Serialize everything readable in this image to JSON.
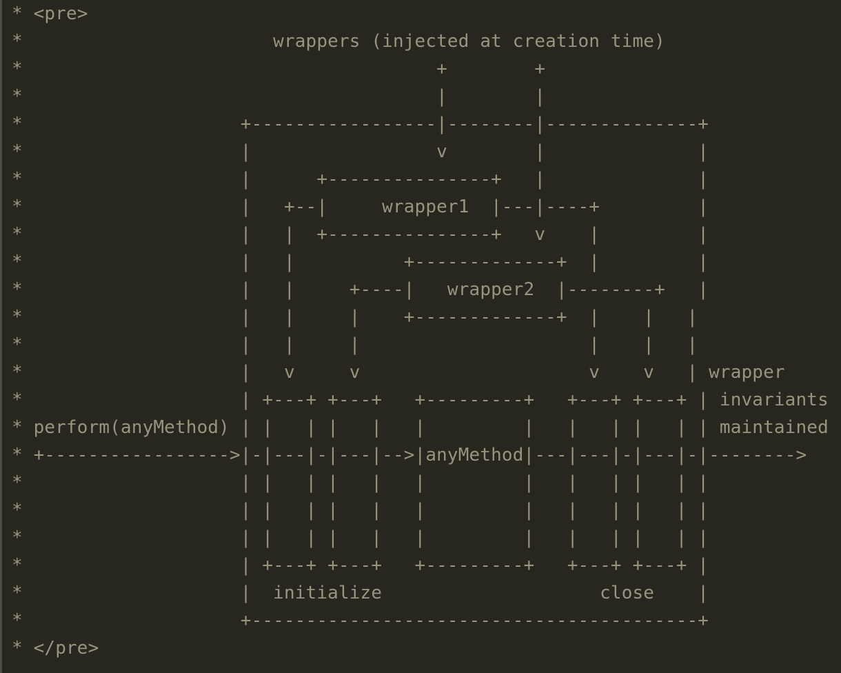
{
  "editor": {
    "background_color": "#272720",
    "text_color": "#9a937e",
    "left_border_color": "#4d4d48",
    "lines": [
      "* <pre>",
      "*                       wrappers (injected at creation time)",
      "*                                      +        +",
      "*                                      |        |",
      "*                    +-----------------|--------|--------------+",
      "*                    |                 v        |              |",
      "*                    |      +---------------+   |              |",
      "*                    |   +--|     wrapper1  |---|----+         |",
      "*                    |   |  +---------------+   v    |         |",
      "*                    |   |          +-------------+  |         |",
      "*                    |   |     +----|   wrapper2  |--------+   |",
      "*                    |   |     |    +-------------+  |    |   |",
      "*                    |   |     |                     |    |   |",
      "*                    |   v     v                     v    v   | wrapper",
      "*                    | +---+ +---+   +---------+   +---+ +---+ | invariants",
      "* perform(anyMethod) | |   | |   |   |         |   |   | |   | | maintained",
      "* +----------------->|-|---|-|---|-->|anyMethod|---|---|-|---|-|-------->",
      "*                    | |   | |   |   |         |   |   | |   | |",
      "*                    | |   | |   |   |         |   |   | |   | |",
      "*                    | |   | |   |   |         |   |   | |   | |",
      "*                    | +---+ +---+   +---------+   +---+ +---+ |",
      "*                    |  initialize                    close    |",
      "*                    +-----------------------------------------+",
      "* </pre>"
    ]
  },
  "diagram": {
    "header": "wrappers (injected at creation time)",
    "boxes": [
      "wrapper1",
      "wrapper2",
      "anyMethod"
    ],
    "entry_label": "perform(anyMethod)",
    "right_labels": [
      "wrapper",
      "invariants",
      "maintained"
    ],
    "bottom_labels": [
      "initialize",
      "close"
    ],
    "html_tags": [
      "<pre>",
      "</pre>"
    ]
  }
}
